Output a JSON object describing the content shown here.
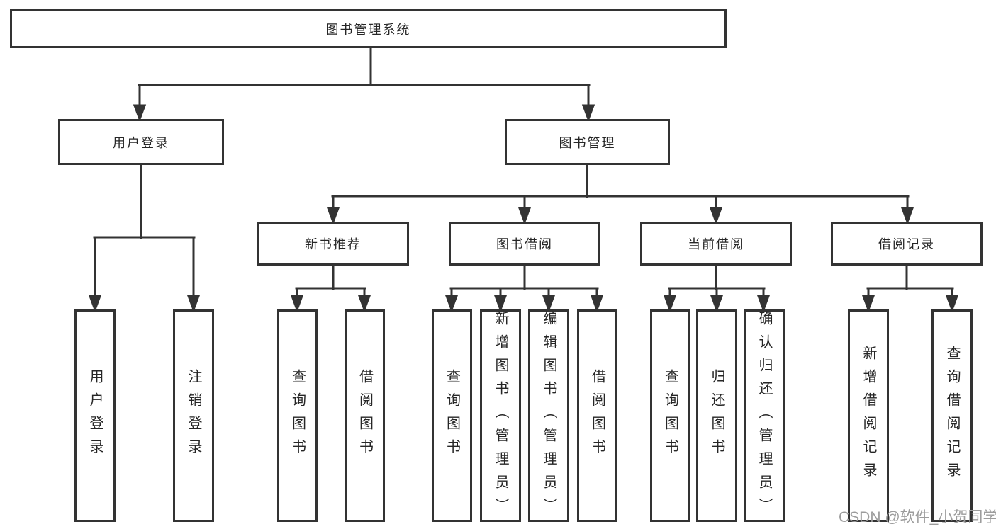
{
  "diagram": {
    "root": {
      "label": "图书管理系统"
    },
    "branches": [
      {
        "label": "用户登录",
        "children": [
          {
            "label": "用户登录"
          },
          {
            "label": "注销登录"
          }
        ]
      },
      {
        "label": "图书管理",
        "children": [
          {
            "label": "新书推荐",
            "children": [
              {
                "label": "查询图书"
              },
              {
                "label": "借阅图书"
              }
            ]
          },
          {
            "label": "图书借阅",
            "children": [
              {
                "label": "查询图书"
              },
              {
                "label": "新增图书（管理员）"
              },
              {
                "label": "编辑图书（管理员）"
              },
              {
                "label": "借阅图书"
              }
            ]
          },
          {
            "label": "当前借阅",
            "children": [
              {
                "label": "查询图书"
              },
              {
                "label": "归还图书"
              },
              {
                "label": "确认归还（管理员）"
              }
            ]
          },
          {
            "label": "借阅记录",
            "children": [
              {
                "label": "新增借阅记录"
              },
              {
                "label": "查询借阅记录"
              }
            ]
          }
        ]
      }
    ]
  },
  "watermark": {
    "text": "CSDN @软件_小贺同学"
  },
  "colors": {
    "line": "#333333",
    "text": "#262626",
    "watermark_gray": "#9c9c9c",
    "background": "#ffffff"
  }
}
